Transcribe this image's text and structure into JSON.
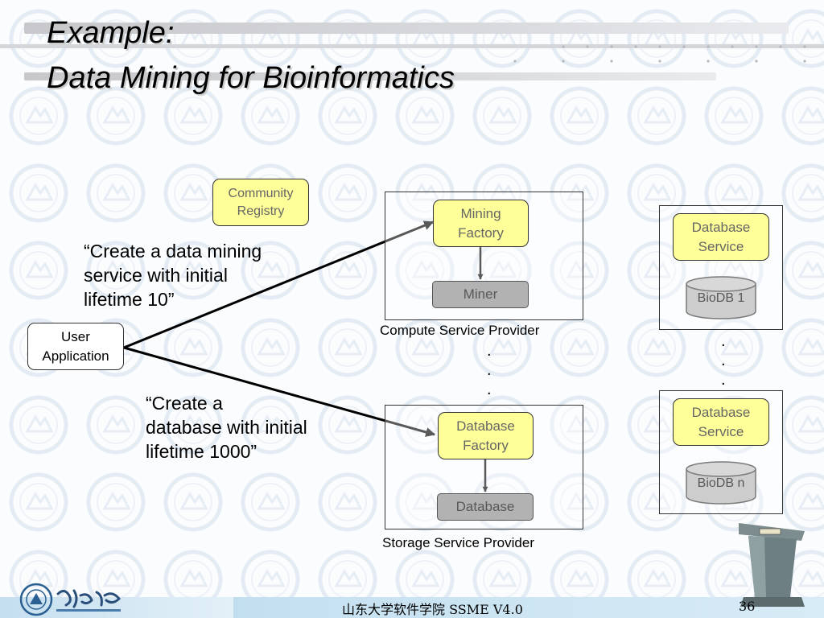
{
  "slide": {
    "title_line_1": "Example:",
    "title_line_2": "Data Mining for Bioinformatics"
  },
  "nodes": {
    "community_registry": "Community\nRegistry",
    "user_application": "User\nApplication",
    "mining_factory": "Mining\nFactory",
    "miner": "Miner",
    "database_factory": "Database\nFactory",
    "database": "Database",
    "database_service_1": "Database\nService",
    "database_service_n": "Database\nService",
    "biodb_1": "BioDB 1",
    "biodb_n": "BioDB n"
  },
  "captions": {
    "compute_provider": "Compute Service Provider",
    "storage_provider": "Storage Service Provider"
  },
  "quotes": {
    "create_mining": "“Create a data mining\nservice with initial\nlifetime 10”",
    "create_database": "“Create a\ndatabase with initial\nlifetime 1000”"
  },
  "ellipsis": ".",
  "footer": {
    "text": "山东大学软件学院     SSME V4.0",
    "page_number": "36"
  },
  "colors": {
    "service_fill": "#ffff99",
    "resource_fill": "#b2b2b2",
    "footer_band": "#c4e0f0"
  },
  "icons": [
    "university-logo",
    "university-seal-icon",
    "lectern-icon"
  ]
}
